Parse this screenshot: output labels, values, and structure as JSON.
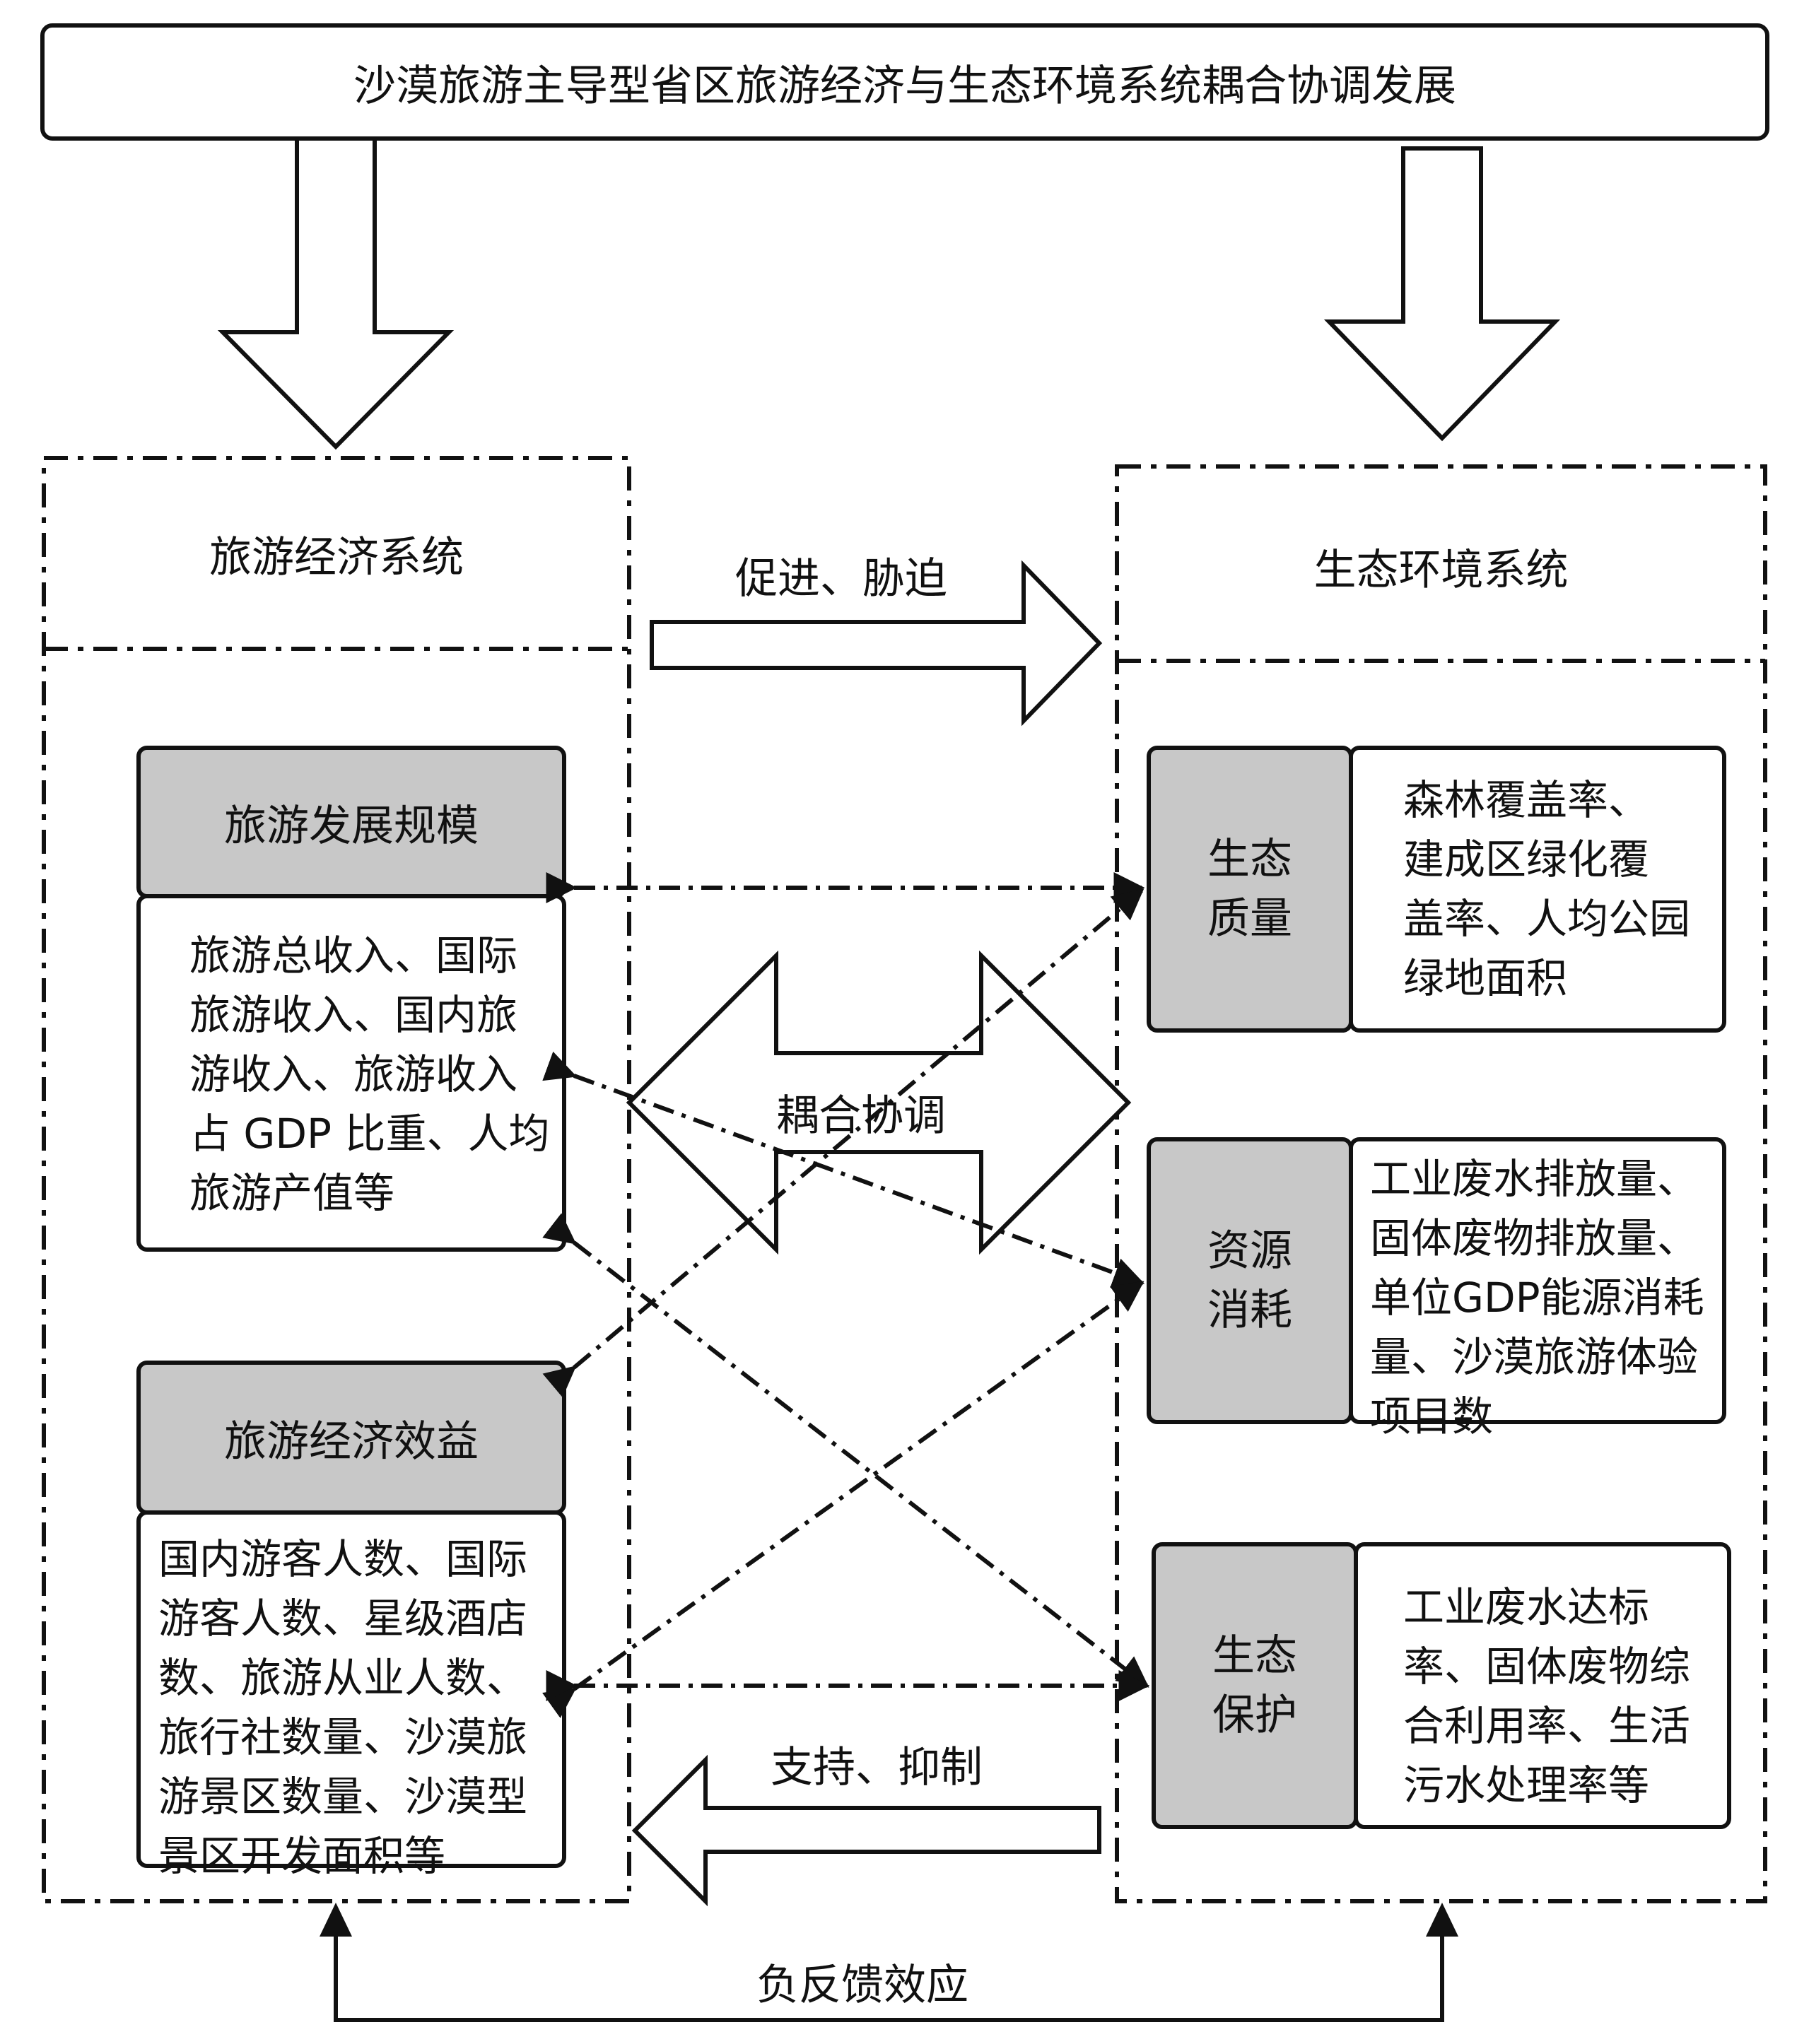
{
  "title": "沙漠旅游主导型省区旅游经济与生态环境系统耦合协调发展",
  "left_system": {
    "name": "旅游经济系统",
    "groups": [
      {
        "header": "旅游发展规模",
        "indicators": "旅游总收入、国际\n旅游收入、国内旅\n游收入、旅游收入\n占 GDP 比重、人均\n旅游产值等"
      },
      {
        "header": "旅游经济效益",
        "indicators": "国内游客人数、国际\n游客人数、星级酒店\n数、旅游从业人数、\n旅行社数量、沙漠旅\n游景区数量、沙漠型\n景区开发面积等"
      }
    ]
  },
  "right_system": {
    "name": "生态环境系统",
    "groups": [
      {
        "category": "生态\n质量",
        "indicators": "森林覆盖率、\n建成区绿化覆\n盖率、人均公园\n绿地面积"
      },
      {
        "category": "资源\n消耗",
        "indicators": "工业废水排放量、\n固体废物排放量、\n单位GDP能源消耗\n量、沙漠旅游体验\n项目数"
      },
      {
        "category": "生态\n保护",
        "indicators": "工业废水达标\n率、固体废物综\n合利用率、生活\n污水处理率等"
      }
    ]
  },
  "arrows": {
    "promote": "促进、胁迫",
    "coupling": "耦合协调",
    "support": "支持、抑制",
    "feedback": "负反馈效应"
  },
  "colors": {
    "line": "#111111",
    "header_fill": "#c8c8c8",
    "box_fill": "#ffffff"
  }
}
